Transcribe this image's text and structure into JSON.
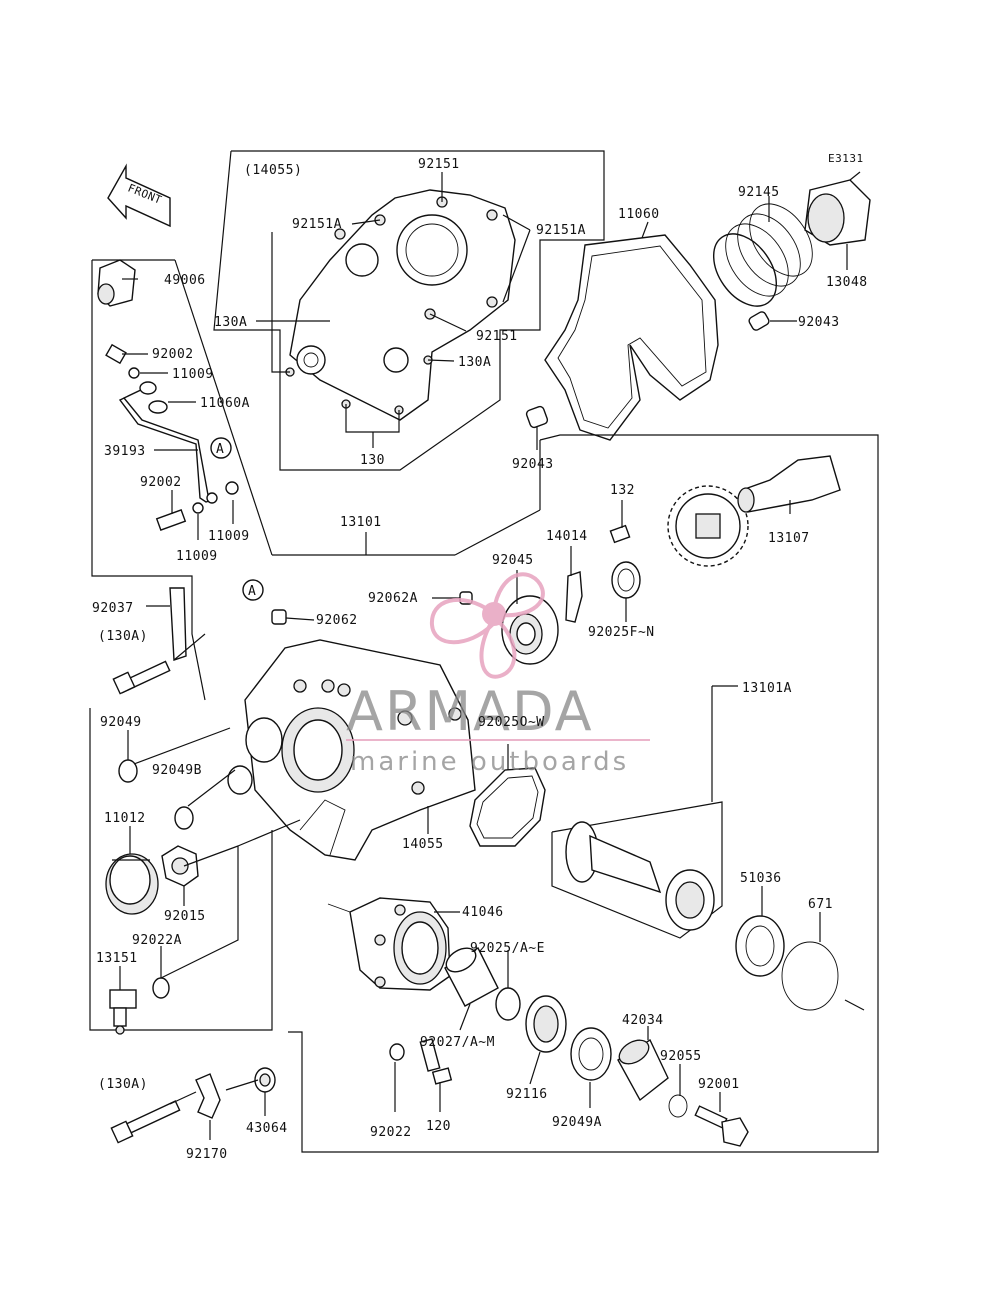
{
  "diagram_code": "E3131",
  "front_label": "FRONT",
  "callout_a": "A",
  "watermark": {
    "title": "ARMADA",
    "subtitle": "marine outboards",
    "accent_color": "#e7a3bf"
  },
  "labels": {
    "l14055p": "(14055)",
    "l92151_top": "92151",
    "l92151A_l": "92151A",
    "l92151A_r": "92151A",
    "l11060": "11060",
    "l92145": "92145",
    "l13048": "13048",
    "l49006": "49006",
    "l130A_a": "130A",
    "l130A_b": "130A",
    "l92151_b": "92151",
    "l92043_a": "92043",
    "l92002_a": "92002",
    "l11009_a": "11009",
    "l11060A": "11060A",
    "l39193": "39193",
    "l130": "130",
    "l92043_b": "92043",
    "l92002_b": "92002",
    "l11009_b": "11009",
    "l11009_c": "11009",
    "l132": "132",
    "l13101": "13101",
    "l14014": "14014",
    "l13107": "13107",
    "l92045": "92045",
    "l92062A": "92062A",
    "l92037": "92037",
    "l92062": "92062",
    "l92025FN": "92025F~N",
    "l130A_p1": "(130A)",
    "l13101A": "13101A",
    "l92049": "92049",
    "l92025OW": "92025O~W",
    "l92049B": "92049B",
    "l11012": "11012",
    "l14055": "14055",
    "l51036": "51036",
    "l671": "671",
    "l92015": "92015",
    "l41046": "41046",
    "l92022A": "92022A",
    "l13151": "13151",
    "l92025AE": "92025/A~E",
    "l92027AM": "92027/A~M",
    "l42034": "42034",
    "l92055": "92055",
    "l130A_p2": "(130A)",
    "l92001": "92001",
    "l92116": "92116",
    "l92022": "92022",
    "l120": "120",
    "l92049A": "92049A",
    "l43064": "43064",
    "l92170": "92170"
  }
}
